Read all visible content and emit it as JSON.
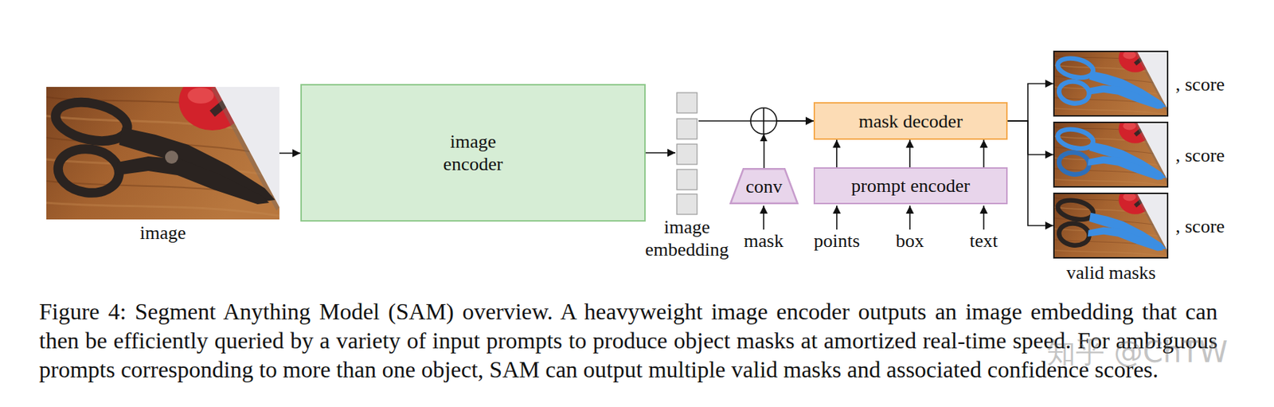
{
  "diagram": {
    "caption": "Figure 4: Segment Anything Model (SAM) overview. A heavyweight image encoder outputs an image embedding that can then be efficiently queried by a variety of input prompts to produce object masks at amortized real-time speed. For ambiguous prompts corresponding to more than one object, SAM can output multiple valid masks and associated confidence scores.",
    "nodes": [
      {
        "text": [
          "image"
        ]
      },
      {
        "text": [
          "image encoder"
        ]
      },
      {
        "text": [
          "image embedding"
        ]
      },
      {
        "text": [
          "conv"
        ]
      },
      {
        "text": [
          "mask decoder"
        ]
      },
      {
        "text": [
          "prompt encoder"
        ]
      },
      {
        "text": [
          ", score"
        ]
      },
      {
        "text": [
          ", score"
        ]
      },
      {
        "text": [
          ", score"
        ]
      }
    ],
    "edges": [
      {
        "from": 0,
        "to": 1,
        "arrow": "to"
      },
      {
        "from": 1,
        "to": 2,
        "arrow": "to"
      },
      {
        "from": 2,
        "to": 4,
        "arrow": "to"
      },
      {
        "from": 3,
        "to": 4,
        "arrow": "to"
      },
      {
        "from": 5,
        "to": 4,
        "arrow": "to"
      },
      {
        "from": 5,
        "to": 4,
        "arrow": "to"
      },
      {
        "from": 5,
        "to": 4,
        "arrow": "to"
      },
      {
        "from": 4,
        "to": 6,
        "arrow": "to"
      },
      {
        "from": 4,
        "to": 7,
        "arrow": "to"
      },
      {
        "from": 4,
        "to": 8,
        "arrow": "to"
      }
    ],
    "labels": [
      "mask",
      "points",
      "box",
      "text",
      "valid masks",
      "知乎 @ChTW"
    ]
  }
}
